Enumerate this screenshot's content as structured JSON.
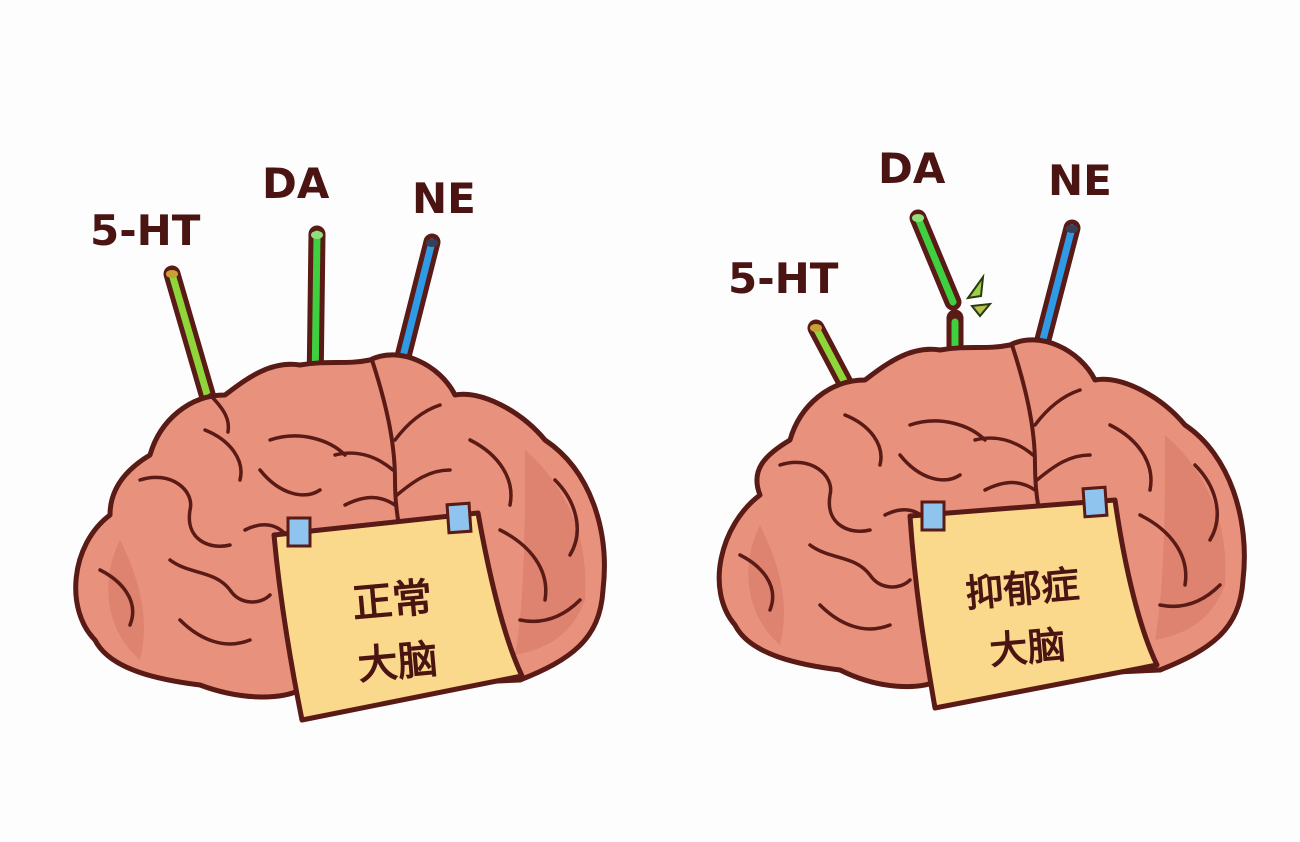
{
  "colors": {
    "background": "#fdfdfd",
    "brain_fill": "#e8927e",
    "brain_shade": "#d67a68",
    "outline": "#5a1a15",
    "label_text": "#4a1412",
    "straw_5ht": "#8fd63a",
    "straw_da": "#3fd040",
    "straw_ne": "#2f9be6",
    "note_fill": "#fbd98c",
    "tape": "#8fc4ee"
  },
  "panels": [
    {
      "id": "normal",
      "labels": {
        "serotonin": "5-HT",
        "dopamine": "DA",
        "norepinephrine": "NE"
      },
      "note": {
        "line1": "正常",
        "line2": "大脑"
      },
      "dopamine_straw_state": "intact"
    },
    {
      "id": "depression",
      "labels": {
        "serotonin": "5-HT",
        "dopamine": "DA",
        "norepinephrine": "NE"
      },
      "note": {
        "line1": "抑郁症",
        "line2": "大脑"
      },
      "dopamine_straw_state": "broken"
    }
  ]
}
